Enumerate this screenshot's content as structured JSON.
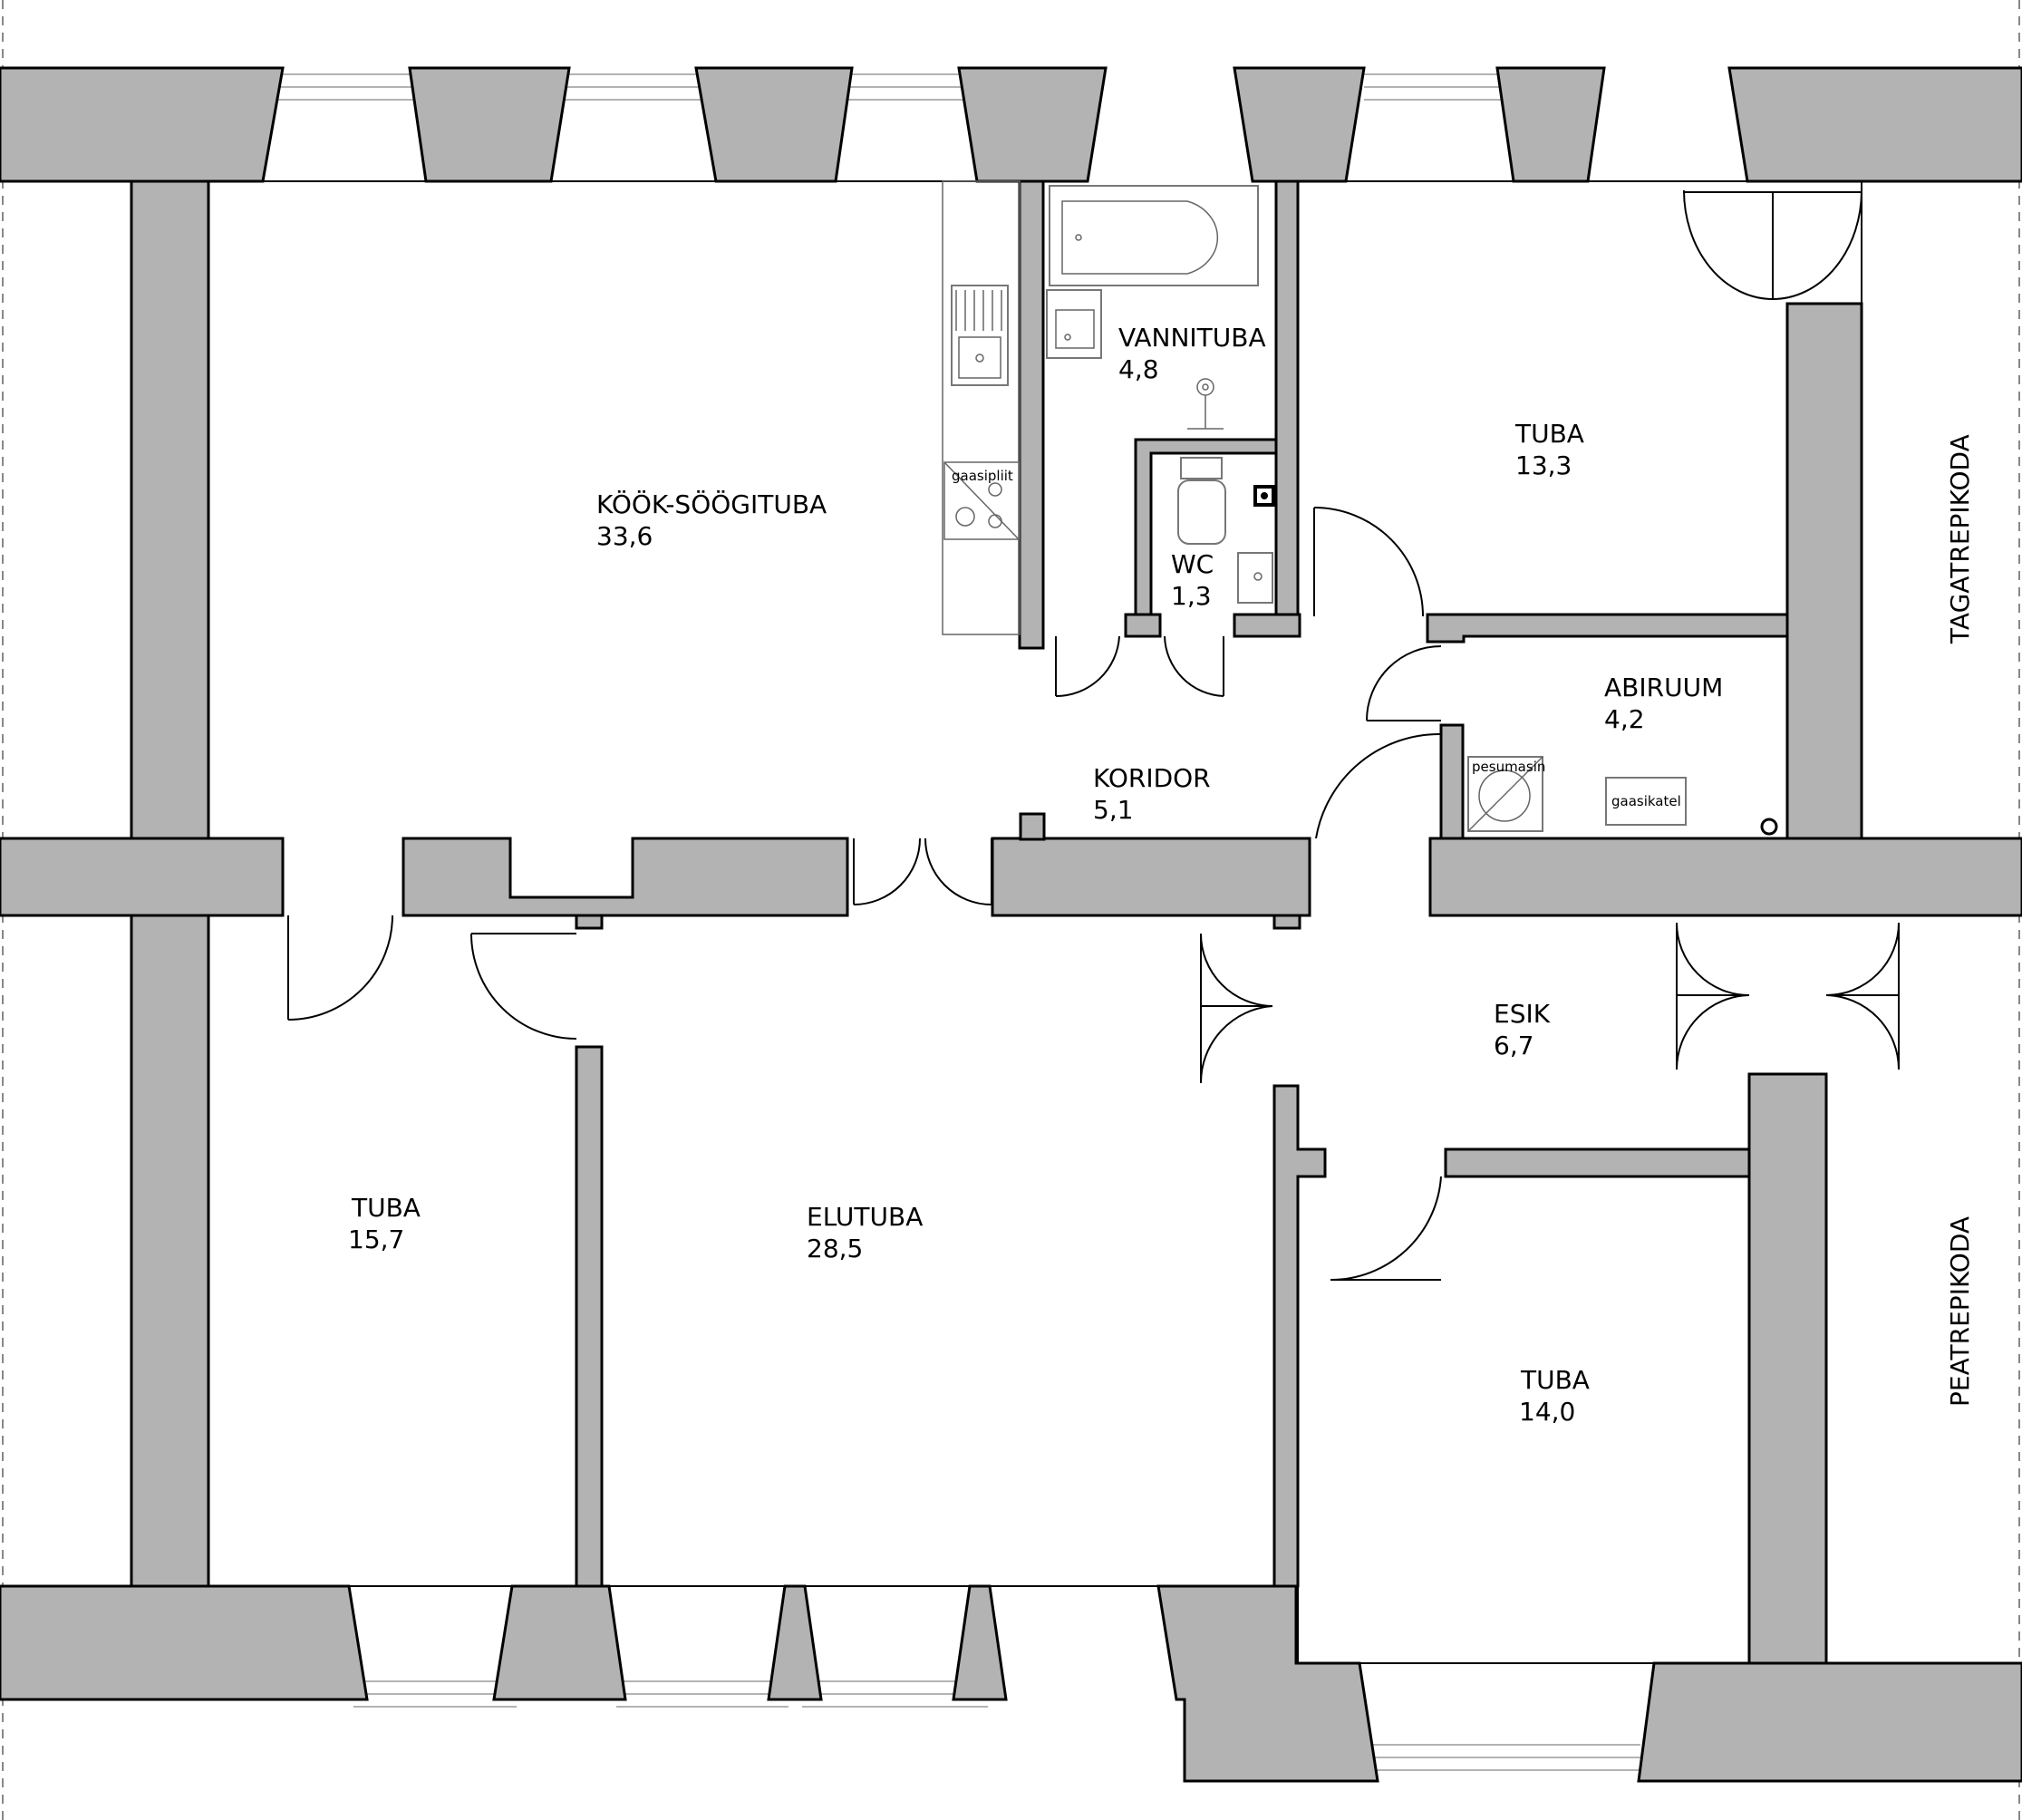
{
  "rooms": {
    "kitchen": {
      "name": "KÖÖK-SÖÖGITUBA",
      "area": "33,6"
    },
    "bathroom": {
      "name": "VANNITUBA",
      "area": "4,8"
    },
    "wc": {
      "name": "WC",
      "area": "1,3"
    },
    "bedroom_ne": {
      "name": "TUBA",
      "area": "13,3"
    },
    "utility": {
      "name": "ABIRUUM",
      "area": "4,2"
    },
    "corridor": {
      "name": "KORIDOR",
      "area": "5,1"
    },
    "bedroom_w": {
      "name": "TUBA",
      "area": "15,7"
    },
    "living": {
      "name": "ELUTUBA",
      "area": "28,5"
    },
    "hall": {
      "name": "ESIK",
      "area": "6,7"
    },
    "bedroom_se": {
      "name": "TUBA",
      "area": "14,0"
    }
  },
  "stairs": {
    "back": "TAGATREPIKODA",
    "front": "PEATREPIKODA"
  },
  "fixtures": {
    "stove": "gaasipliit",
    "washer": "pesumasin",
    "boiler": "gaasikatel"
  }
}
